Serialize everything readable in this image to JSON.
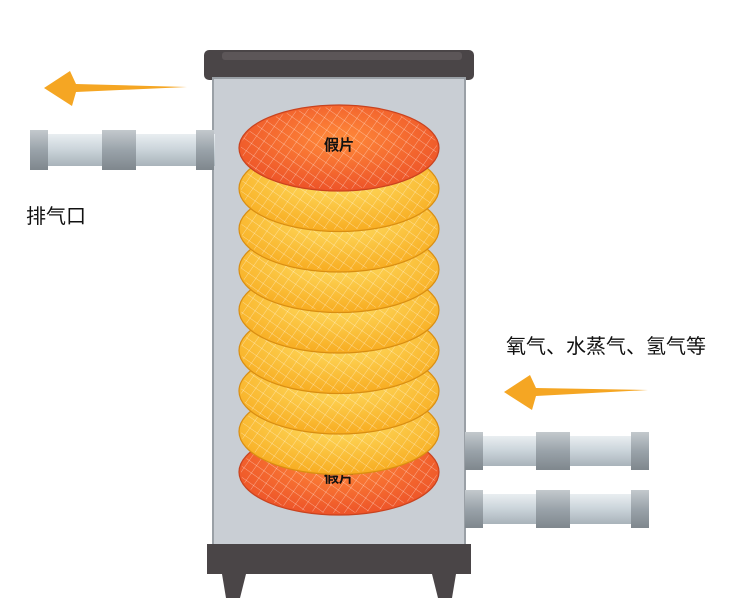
{
  "exhaust_label": "排气口",
  "gas_label": "氧气、水蒸气、氢气等",
  "disk_label": "假片",
  "colors": {
    "housing": "#c9ced4",
    "housing_edge": "#9aa0a6",
    "cap": "#4a4547",
    "pipe": "#cfd8de",
    "pipe_joint": "#9aa3aa",
    "arrow": "#f5a623",
    "wafer_yellow": "#ffc21a",
    "wafer_orange": "#f4612b"
  },
  "wafer_stack": [
    "dummy",
    "product",
    "product",
    "product",
    "product",
    "product",
    "product",
    "product",
    "dummy"
  ]
}
